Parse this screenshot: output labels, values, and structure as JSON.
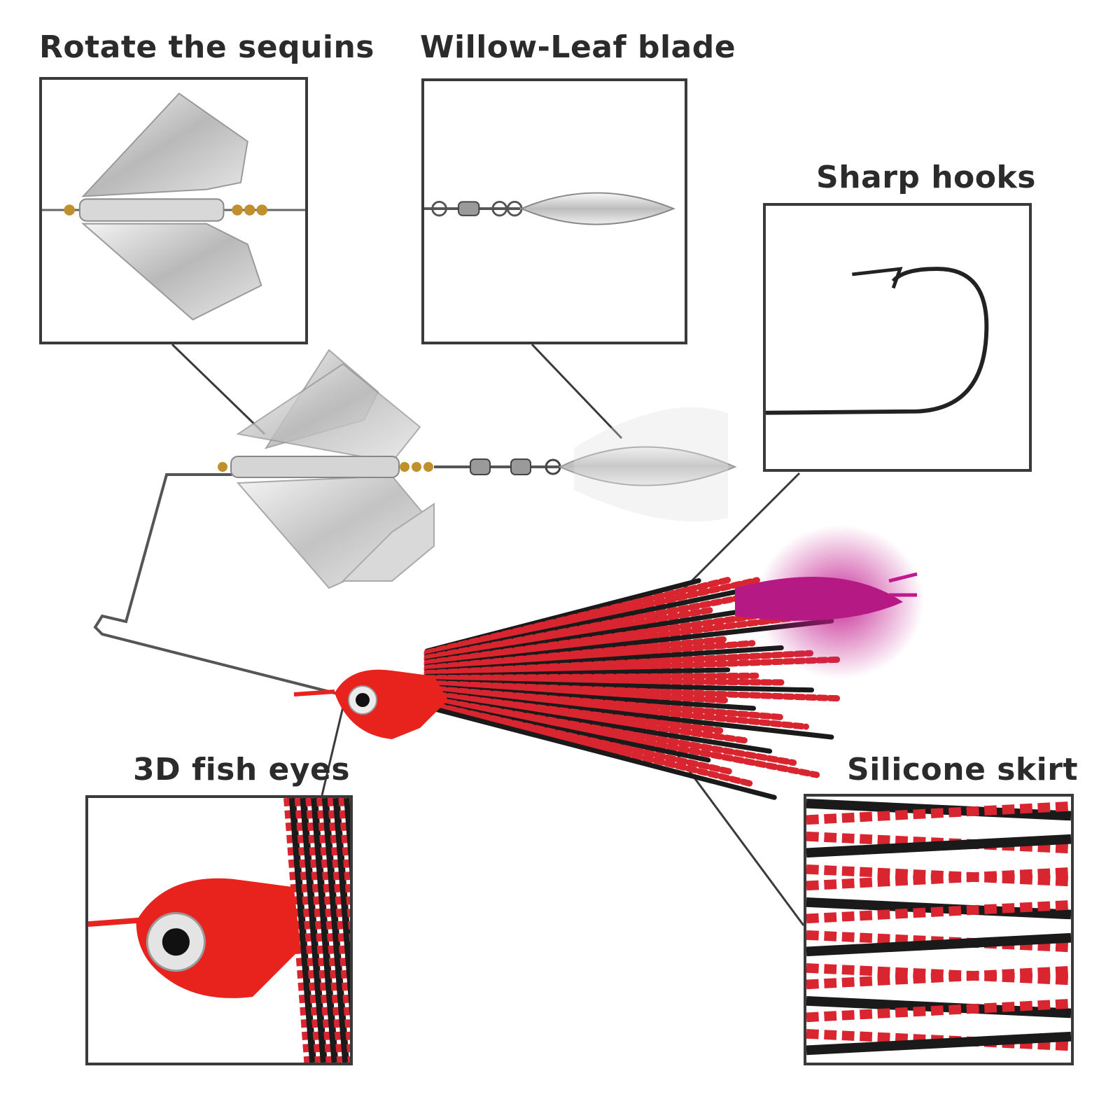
{
  "callouts": {
    "sequins": "Rotate the sequins",
    "willow": "Willow-Leaf blade",
    "hooks": "Sharp hooks",
    "eyes": "3D fish eyes",
    "skirt": "Silicone skirt"
  },
  "colors": {
    "label_text": "#2b2b2b",
    "box_border": "#3a3a3a",
    "head_red": "#e8231e",
    "skirt_red": "#d9252f",
    "skirt_black": "#1a1a1a",
    "trailer_pink": "#c2188c",
    "blade_silver": "#c8c8c8"
  }
}
